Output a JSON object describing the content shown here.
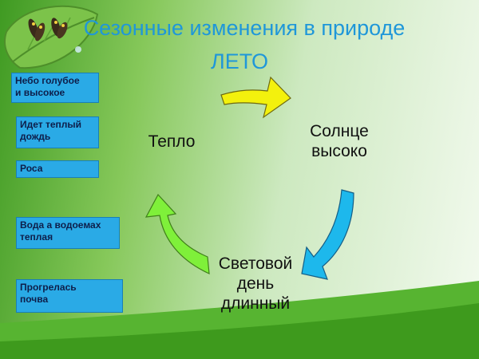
{
  "title": {
    "line1": "Сезонные  изменения в природе",
    "line2": "ЛЕТО"
  },
  "facts": [
    {
      "line1": "Небо голубое",
      "line2": "и высокое"
    },
    {
      "line1": "Идет теплый",
      "line2": "дождь"
    },
    {
      "line1": "Роса",
      "line2": ""
    },
    {
      "line1": "Вода а водоемах",
      "line2": "теплая"
    },
    {
      "line1": "Прогрелась",
      "line2": "почва"
    }
  ],
  "cycle": {
    "warmth": "Тепло",
    "sun": {
      "line1": "Солнце",
      "line2": "высоко"
    },
    "daylight": {
      "line1": "Световой",
      "line2": "день",
      "line3": "длинный"
    }
  },
  "colors": {
    "title": "#1f97d9",
    "fact_box": "#2aaae6",
    "arrow_yellow": "#f3f10d",
    "arrow_blue": "#1db8ec",
    "arrow_green": "#7ff03a"
  },
  "icons": {
    "butterfly": "butterfly-icon",
    "leaf": "leaf-icon"
  }
}
